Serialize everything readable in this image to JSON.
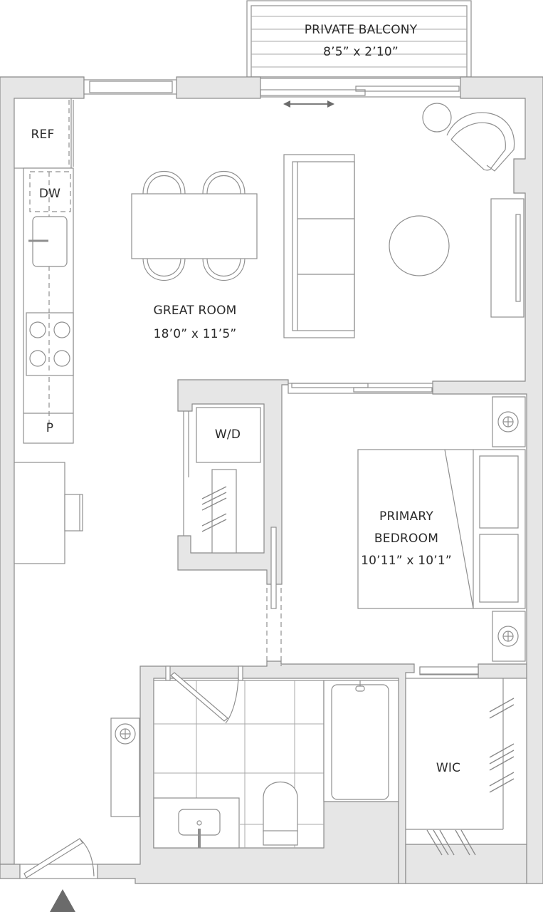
{
  "plan": {
    "rooms": {
      "balcony": {
        "name": "PRIVATE BALCONY",
        "size": "8’5” x 2’10”"
      },
      "great_room": {
        "name": "GREAT ROOM",
        "size": "18’0” x 11’5”"
      },
      "primary_bedroom": {
        "name_line1": "PRIMARY",
        "name_line2": "BEDROOM",
        "size": "10’11” x 10’1”"
      },
      "wic": {
        "name": "WIC"
      }
    },
    "fixtures": {
      "ref": "REF",
      "dw": "DW",
      "pantry": "P",
      "washer_dryer": "W/D"
    },
    "entry_marker": "entry-arrow",
    "colors": {
      "wall_fill": "#e6e6e6",
      "line": "#8f8f8f",
      "text": "#2b2b2b",
      "entry_arrow": "#6b6b6b"
    }
  }
}
